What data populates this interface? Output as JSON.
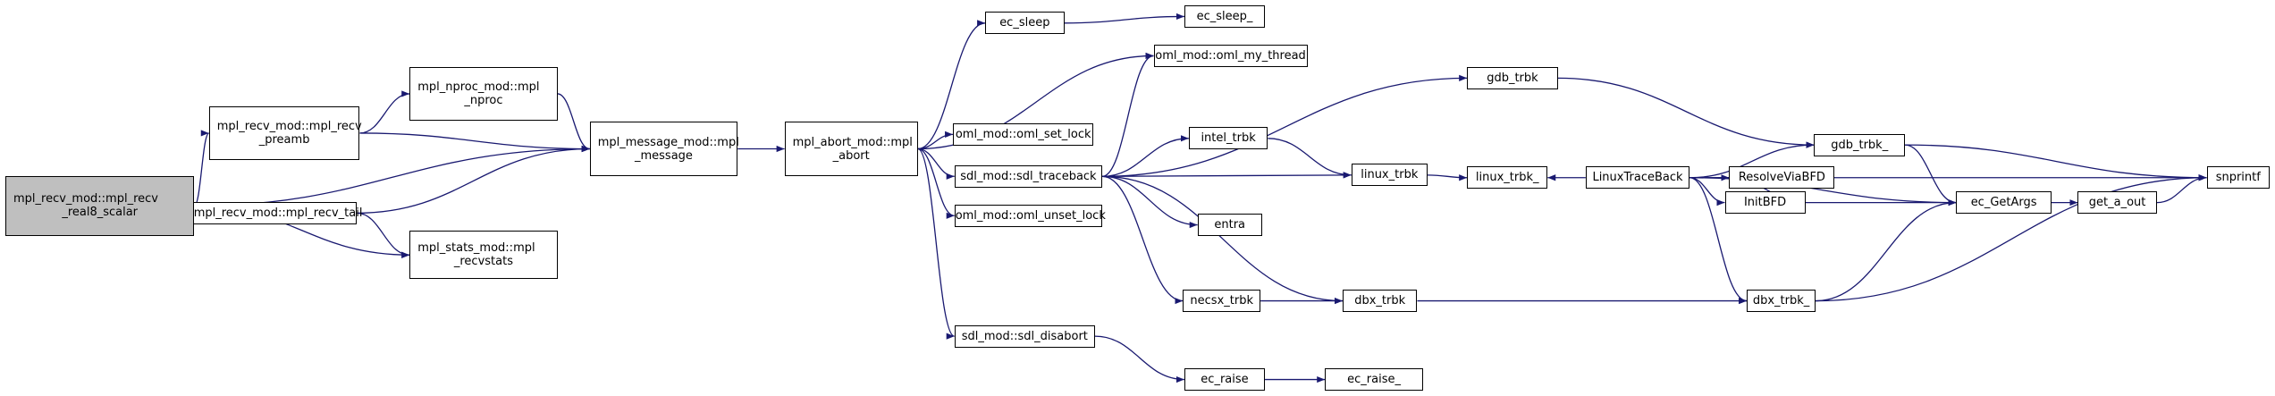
{
  "colors": {
    "edge": "#191970",
    "node_border": "#000000",
    "root_fill": "#bfbfbf",
    "node_fill": "#ffffff"
  },
  "nodes": {
    "n0": {
      "l1": "mpl_recv_mod::mpl_recv",
      "l2": "_real8_scalar"
    },
    "n1": {
      "l1": "mpl_recv_mod::mpl_recv",
      "l2": "_preamb"
    },
    "n2": {
      "l1": "mpl_nproc_mod::mpl",
      "l2": "_nproc"
    },
    "n3": {
      "l1": "mpl_message_mod::mpl",
      "l2": "_message"
    },
    "n4": {
      "l1": "mpl_recv_mod::mpl_recv_tail",
      "l2": ""
    },
    "n5": {
      "l1": "mpl_stats_mod::mpl",
      "l2": "_recvstats"
    },
    "n6": {
      "l1": "mpl_abort_mod::mpl",
      "l2": "_abort"
    },
    "n7": {
      "l1": "ec_sleep",
      "l2": ""
    },
    "n8": {
      "l1": "ec_sleep_",
      "l2": ""
    },
    "n9": {
      "l1": "oml_mod::oml_my_thread",
      "l2": ""
    },
    "n10": {
      "l1": "oml_mod::oml_set_lock",
      "l2": ""
    },
    "n11": {
      "l1": "sdl_mod::sdl_traceback",
      "l2": ""
    },
    "n12": {
      "l1": "oml_mod::oml_unset_lock",
      "l2": ""
    },
    "n13": {
      "l1": "sdl_mod::sdl_disabort",
      "l2": ""
    },
    "n14": {
      "l1": "ec_raise",
      "l2": ""
    },
    "n15": {
      "l1": "ec_raise_",
      "l2": ""
    },
    "n16": {
      "l1": "gdb_trbk",
      "l2": ""
    },
    "n17": {
      "l1": "intel_trbk",
      "l2": ""
    },
    "n18": {
      "l1": "linux_trbk",
      "l2": ""
    },
    "n19": {
      "l1": "linux_trbk_",
      "l2": ""
    },
    "n20": {
      "l1": "LinuxTraceBack",
      "l2": ""
    },
    "n21": {
      "l1": "gdb_trbk_",
      "l2": ""
    },
    "n22": {
      "l1": "ResolveViaBFD",
      "l2": ""
    },
    "n23": {
      "l1": "InitBFD",
      "l2": ""
    },
    "n24": {
      "l1": "ec_GetArgs",
      "l2": ""
    },
    "n25": {
      "l1": "get_a_out",
      "l2": ""
    },
    "n26": {
      "l1": "snprintf",
      "l2": ""
    },
    "n27": {
      "l1": "dbx_trbk_",
      "l2": ""
    },
    "n28": {
      "l1": "entra",
      "l2": ""
    },
    "n29": {
      "l1": "necsx_trbk",
      "l2": ""
    },
    "n30": {
      "l1": "dbx_trbk",
      "l2": ""
    }
  },
  "edges": [
    [
      "n0",
      "n1"
    ],
    [
      "n0",
      "n3"
    ],
    [
      "n0",
      "n4"
    ],
    [
      "n0",
      "n5"
    ],
    [
      "n1",
      "n2"
    ],
    [
      "n1",
      "n3"
    ],
    [
      "n2",
      "n3"
    ],
    [
      "n4",
      "n3"
    ],
    [
      "n4",
      "n5"
    ],
    [
      "n3",
      "n6"
    ],
    [
      "n6",
      "n7"
    ],
    [
      "n6",
      "n9"
    ],
    [
      "n6",
      "n10"
    ],
    [
      "n6",
      "n11"
    ],
    [
      "n6",
      "n12"
    ],
    [
      "n6",
      "n13"
    ],
    [
      "n7",
      "n8"
    ],
    [
      "n11",
      "n9"
    ],
    [
      "n11",
      "n16"
    ],
    [
      "n11",
      "n17"
    ],
    [
      "n11",
      "n18"
    ],
    [
      "n11",
      "n28"
    ],
    [
      "n11",
      "n29"
    ],
    [
      "n11",
      "n30"
    ],
    [
      "n13",
      "n14"
    ],
    [
      "n14",
      "n15"
    ],
    [
      "n16",
      "n21"
    ],
    [
      "n17",
      "n18"
    ],
    [
      "n18",
      "n19"
    ],
    [
      "n20",
      "n19"
    ],
    [
      "n20",
      "n21"
    ],
    [
      "n20",
      "n22"
    ],
    [
      "n20",
      "n23"
    ],
    [
      "n20",
      "n24"
    ],
    [
      "n20",
      "n26"
    ],
    [
      "n20",
      "n27"
    ],
    [
      "n21",
      "n24"
    ],
    [
      "n21",
      "n26"
    ],
    [
      "n22",
      "n23"
    ],
    [
      "n23",
      "n24"
    ],
    [
      "n24",
      "n25"
    ],
    [
      "n25",
      "n26"
    ],
    [
      "n27",
      "n24"
    ],
    [
      "n27",
      "n26"
    ],
    [
      "n29",
      "n30"
    ],
    [
      "n30",
      "n27"
    ]
  ]
}
